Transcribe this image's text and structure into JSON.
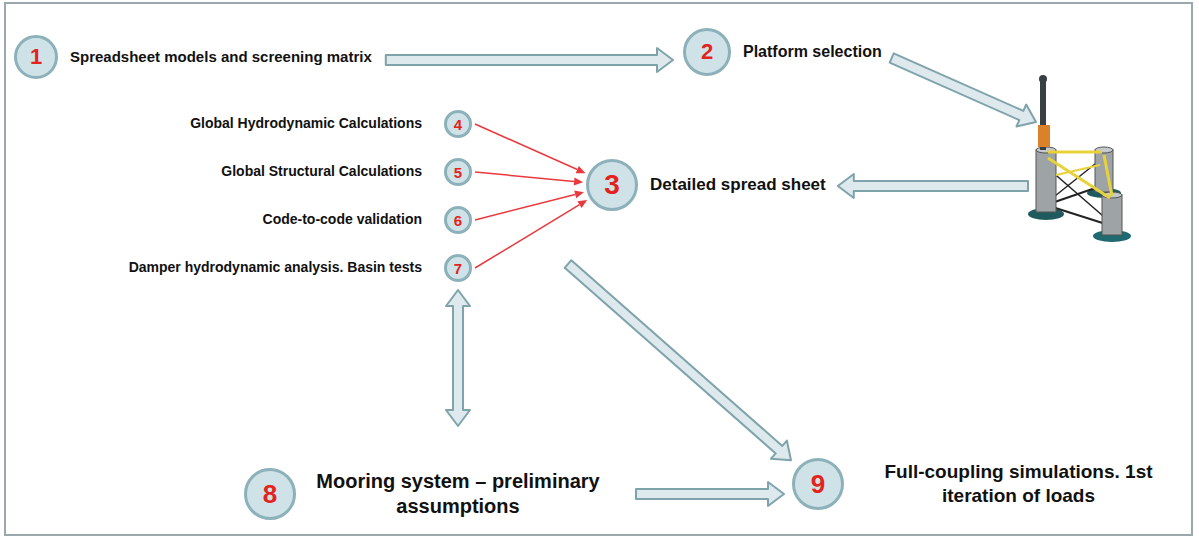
{
  "diagram": {
    "nodes": [
      {
        "text": [
          "1",
          "Spreadsheet models and screening matrix"
        ]
      },
      {
        "text": [
          "2",
          "Platform selection"
        ]
      },
      {
        "text": [
          "4",
          "Global Hydrodynamic Calculations"
        ]
      },
      {
        "text": [
          "5",
          "Global Structural Calculations"
        ]
      },
      {
        "text": [
          "3",
          "Detailed spread sheet"
        ]
      },
      {
        "text": [
          "6",
          "Code-to-code validation"
        ]
      },
      {
        "text": [
          "7",
          "Damper hydrodynamic analysis. Basin tests"
        ]
      },
      {
        "text": [
          "8",
          "Mooring system – preliminary assumptions"
        ]
      },
      {
        "text": [
          "9",
          "Full-coupling simulations. 1st iteration of loads"
        ]
      }
    ],
    "edges": [
      {
        "from": 0,
        "to": 1,
        "arrow": "to"
      },
      {
        "from": 1,
        "to": 4,
        "arrow": "to"
      },
      {
        "from": 2,
        "to": 4,
        "arrow": "to"
      },
      {
        "from": 3,
        "to": 4,
        "arrow": "to"
      },
      {
        "from": 5,
        "to": 4,
        "arrow": "to"
      },
      {
        "from": 6,
        "to": 4,
        "arrow": "to"
      },
      {
        "from": 6,
        "to": 7,
        "arrow": "both"
      },
      {
        "from": 6,
        "to": 8,
        "arrow": "to"
      },
      {
        "from": 7,
        "to": 8,
        "arrow": "to"
      }
    ]
  }
}
